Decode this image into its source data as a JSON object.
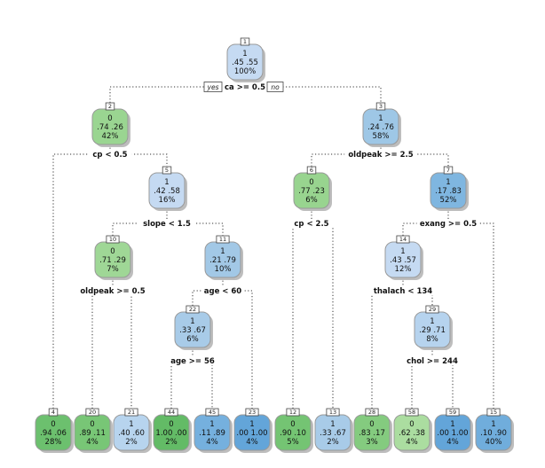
{
  "yes_label": "yes",
  "no_label": "no",
  "colors": {
    "green_dark": "#6cc06e",
    "green_mid": "#8fd08a",
    "green_light": "#abdda0",
    "blue_light": "#c5daf2",
    "blue_mid": "#a2c8e6",
    "blue_dark": "#6aa9dc"
  },
  "nodes": [
    {
      "id": "1",
      "cls": "1",
      "probs": ".45  .55",
      "pct": "100%",
      "color": "#c5daf2"
    },
    {
      "id": "2",
      "cls": "0",
      "probs": ".74  .26",
      "pct": "42%",
      "color": "#9ad591"
    },
    {
      "id": "3",
      "cls": "1",
      "probs": ".24  .76",
      "pct": "58%",
      "color": "#9ec7e6"
    },
    {
      "id": "5",
      "cls": "1",
      "probs": ".42  .58",
      "pct": "16%",
      "color": "#c5daf2"
    },
    {
      "id": "6",
      "cls": "0",
      "probs": ".77  .23",
      "pct": "6%",
      "color": "#98d48f"
    },
    {
      "id": "7",
      "cls": "1",
      "probs": ".17  .83",
      "pct": "52%",
      "color": "#7fb6e0"
    },
    {
      "id": "10",
      "cls": "0",
      "probs": ".71  .29",
      "pct": "7%",
      "color": "#9fd796"
    },
    {
      "id": "11",
      "cls": "1",
      "probs": ".21  .79",
      "pct": "10%",
      "color": "#a2c8e6"
    },
    {
      "id": "14",
      "cls": "1",
      "probs": ".43  .57",
      "pct": "12%",
      "color": "#c5daf2"
    },
    {
      "id": "22",
      "cls": "1",
      "probs": ".33  .67",
      "pct": "6%",
      "color": "#a8cbe8"
    },
    {
      "id": "29",
      "cls": "1",
      "probs": ".29  .71",
      "pct": "8%",
      "color": "#b6d3ee"
    },
    {
      "id": "4",
      "cls": "0",
      "probs": ".94  .06",
      "pct": "28%",
      "color": "#6cc06e"
    },
    {
      "id": "20",
      "cls": "0",
      "probs": ".89  .11",
      "pct": "4%",
      "color": "#78c676"
    },
    {
      "id": "21",
      "cls": "1",
      "probs": ".40  .60",
      "pct": "2%",
      "color": "#b7d4ee"
    },
    {
      "id": "44",
      "cls": "0",
      "probs": "1.00  .00",
      "pct": "2%",
      "color": "#63bb66"
    },
    {
      "id": "45",
      "cls": "1",
      "probs": ".11  .89",
      "pct": "4%",
      "color": "#75b0de"
    },
    {
      "id": "23",
      "cls": "1",
      "probs": ".00  1.00",
      "pct": "4%",
      "color": "#63a5d9"
    },
    {
      "id": "12",
      "cls": "0",
      "probs": ".90  .10",
      "pct": "5%",
      "color": "#74c473"
    },
    {
      "id": "13",
      "cls": "1",
      "probs": ".33  .67",
      "pct": "2%",
      "color": "#a8cbe8"
    },
    {
      "id": "28",
      "cls": "0",
      "probs": ".83  .17",
      "pct": "3%",
      "color": "#84cb7f"
    },
    {
      "id": "58",
      "cls": "0",
      "probs": ".62  .38",
      "pct": "4%",
      "color": "#abdda0"
    },
    {
      "id": "59",
      "cls": "1",
      "probs": ".00  1.00",
      "pct": "4%",
      "color": "#63a5d9"
    },
    {
      "id": "15",
      "cls": "1",
      "probs": ".10  .90",
      "pct": "40%",
      "color": "#70addc"
    }
  ],
  "splits": [
    {
      "node": "1",
      "label": "ca >= 0.5"
    },
    {
      "node": "2",
      "label": "cp < 0.5"
    },
    {
      "node": "3",
      "label": "oldpeak >= 2.5"
    },
    {
      "node": "5",
      "label": "slope < 1.5"
    },
    {
      "node": "6",
      "label": "cp < 2.5"
    },
    {
      "node": "7",
      "label": "exang >= 0.5"
    },
    {
      "node": "10",
      "label": "oldpeak >= 0.5"
    },
    {
      "node": "11",
      "label": "age < 60"
    },
    {
      "node": "14",
      "label": "thalach < 134"
    },
    {
      "node": "22",
      "label": "age >= 56"
    },
    {
      "node": "29",
      "label": "chol >= 244"
    }
  ]
}
